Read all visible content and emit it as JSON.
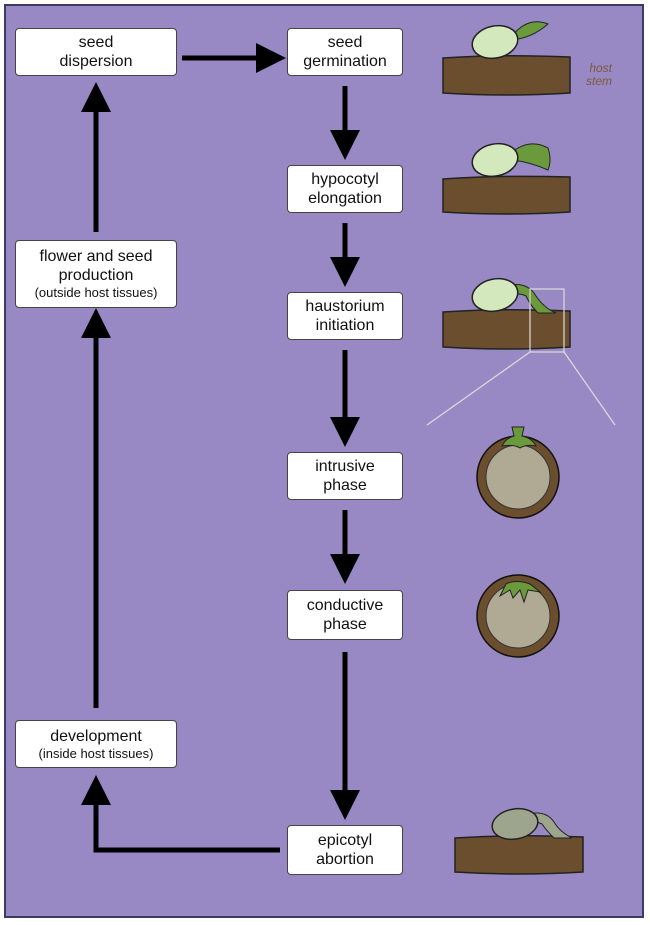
{
  "boxes": {
    "seed_dispersion": {
      "line1": "seed",
      "line2": "dispersion"
    },
    "seed_germination": {
      "line1": "seed",
      "line2": "germination"
    },
    "hypocotyl_elongation": {
      "line1": "hypocotyl",
      "line2": "elongation"
    },
    "haustorium_initiation": {
      "line1": "haustorium",
      "line2": "initiation"
    },
    "intrusive_phase": {
      "line1": "intrusive",
      "line2": "phase"
    },
    "conductive_phase": {
      "line1": "conductive",
      "line2": "phase"
    },
    "epicotyl_abortion": {
      "line1": "epicotyl",
      "line2": "abortion"
    },
    "flower_seed_production": {
      "line1": "flower and seed",
      "line2": "production",
      "line3": "(outside host tissues)"
    },
    "development": {
      "line1": "development",
      "line2": "(inside host tissues)"
    }
  },
  "host_label": {
    "line1": "host",
    "line2": "stem"
  },
  "colors": {
    "background": "#9889c4",
    "border": "#3b3a66",
    "stem": "#6b4e2e",
    "seed": "#d4e8bd",
    "seed_aborted": "#9ea58d",
    "shoot": "#6a9a3c",
    "cross_section_inner": "#b0a994"
  }
}
